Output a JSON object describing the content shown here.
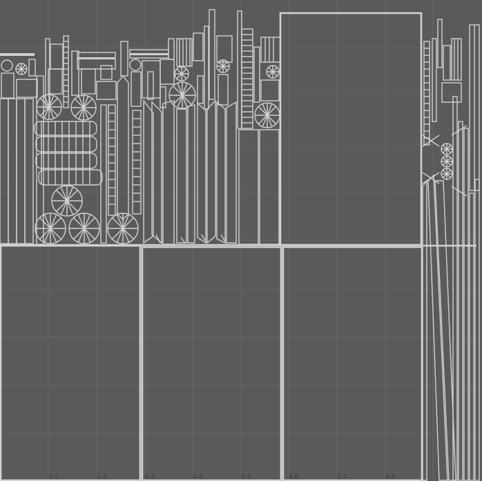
{
  "viewport": {
    "background": "#5a5a5a",
    "grid_color": "#666666",
    "wire_color": "#d2d2d2"
  },
  "ticks": [
    "4.1",
    "4.2",
    "4.3",
    "4.4",
    "4.5",
    "4.6",
    "4.7",
    "4.8"
  ]
}
